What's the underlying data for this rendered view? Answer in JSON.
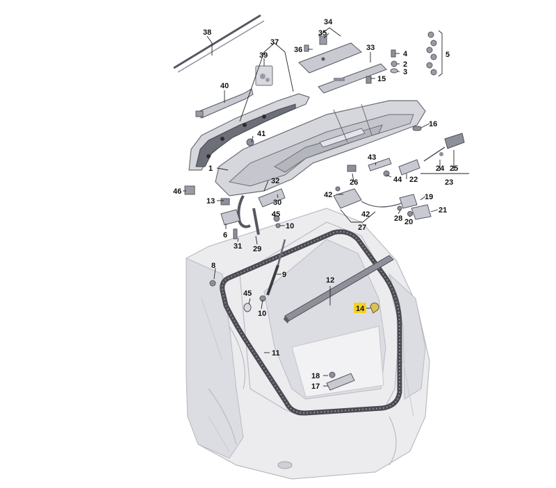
{
  "diagram": {
    "labels": [
      "1",
      "2",
      "3",
      "4",
      "5",
      "6",
      "8",
      "9",
      "10",
      "10",
      "11",
      "12",
      "13",
      "14",
      "15",
      "16",
      "17",
      "18",
      "19",
      "20",
      "21",
      "22",
      "23",
      "24",
      "25",
      "26",
      "27",
      "28",
      "29",
      "30",
      "31",
      "32",
      "33",
      "34",
      "35",
      "36",
      "37",
      "38",
      "39",
      "40",
      "41",
      "42",
      "42",
      "43",
      "44",
      "45",
      "45",
      "46"
    ],
    "highlighted": "14",
    "colors": {
      "highlight": "#f5d020",
      "line": "#222222",
      "body": "#ececef"
    }
  }
}
